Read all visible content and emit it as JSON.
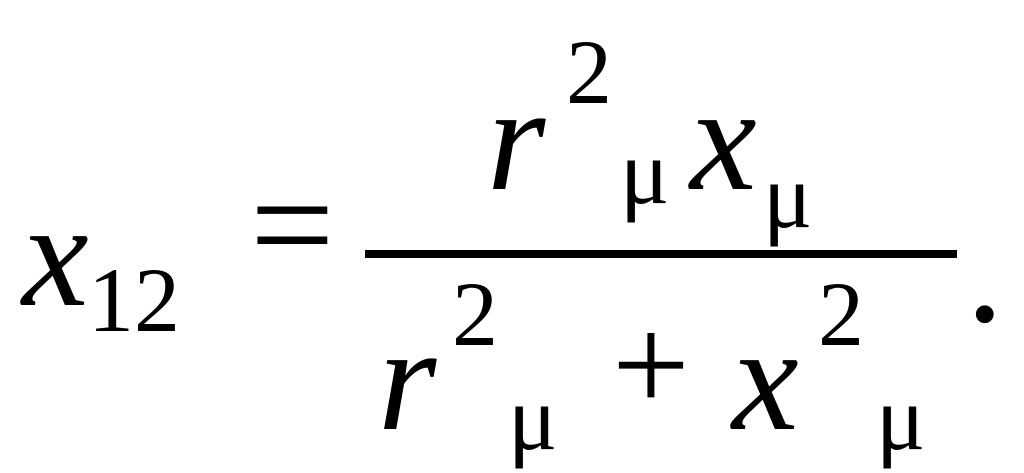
{
  "formula": {
    "lhs_variable": "x",
    "lhs_subscript": "12",
    "equals": "=",
    "numerator": {
      "base1": "r",
      "base1_superscript": "2",
      "base1_subscript": "μ",
      "base2": "x",
      "base2_subscript": "μ"
    },
    "denominator": {
      "term1": "r",
      "term1_superscript": "2",
      "term1_subscript": "μ",
      "operator": "+",
      "term2": "x",
      "term2_superscript": "2",
      "term2_subscript": "μ"
    },
    "terminator": "."
  }
}
